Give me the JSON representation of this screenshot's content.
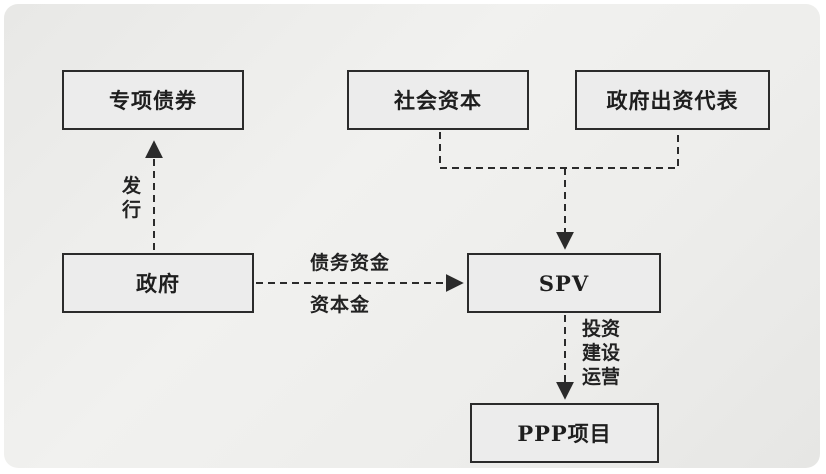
{
  "nodes": {
    "special_bonds": "专项债券",
    "social_capital": "社会资本",
    "gov_capital_rep": "政府出资代表",
    "government": "政府",
    "spv": "SPV",
    "ppp_project": "PPP项目"
  },
  "edges": {
    "issue": [
      "发",
      "行"
    ],
    "debt_funds": "债务资金",
    "capital": "资本金",
    "spv_actions": [
      "投资",
      "建设",
      "运营"
    ]
  }
}
